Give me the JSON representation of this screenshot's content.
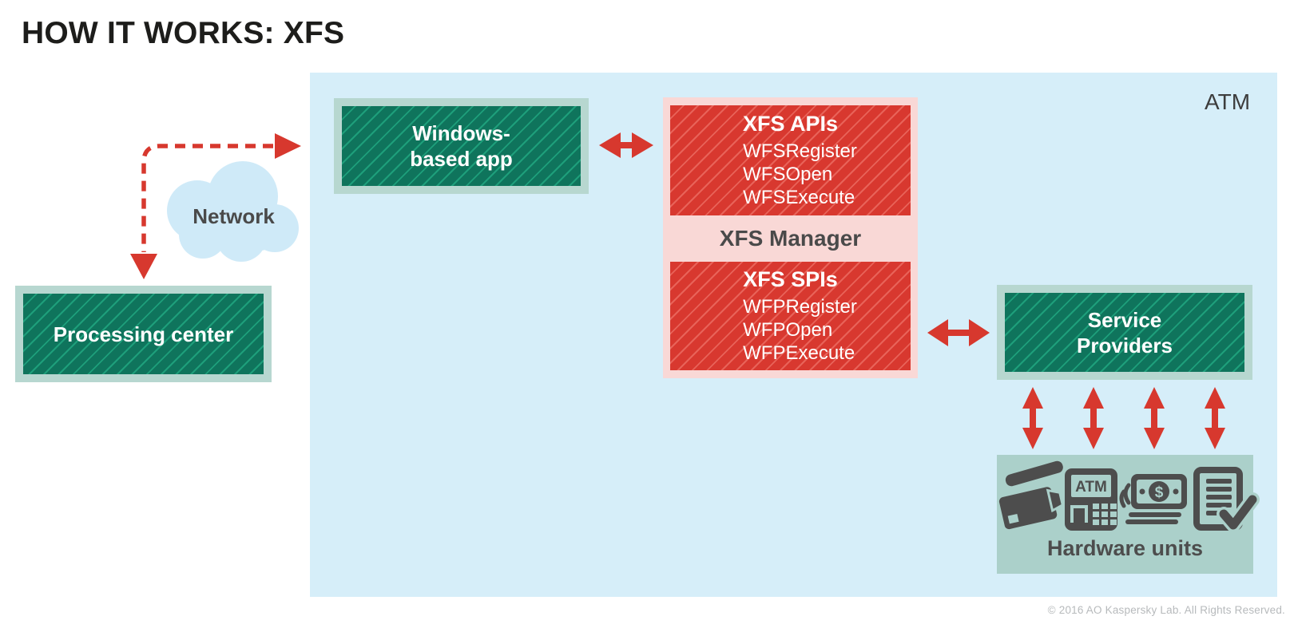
{
  "page": {
    "title": "HOW IT WORKS: XFS"
  },
  "atm_panel": {
    "label": "ATM"
  },
  "boxes": {
    "windows_app": {
      "line1": "Windows-",
      "line2": "based app"
    },
    "processing_center": {
      "label": "Processing center"
    },
    "network": {
      "label": "Network"
    },
    "xfs_apis": {
      "title": "XFS APIs",
      "items": [
        "WFSRegister",
        "WFSOpen",
        "WFSExecute"
      ]
    },
    "xfs_manager": {
      "label": "XFS Manager"
    },
    "xfs_spis": {
      "title": "XFS SPIs",
      "items": [
        "WFPRegister",
        "WFPOpen",
        "WFPExecute"
      ]
    },
    "service_providers": {
      "line1": "Service",
      "line2": "Providers"
    },
    "hardware": {
      "label": "Hardware units",
      "atm_icon_text": "ATM",
      "cash_symbol": "$",
      "icons": [
        "credit-cards-icon",
        "atm-terminal-icon",
        "cash-icon",
        "receipt-check-icon"
      ]
    }
  },
  "footer": {
    "copyright": "© 2016 AO Kaspersky Lab. All Rights Reserved."
  },
  "colors": {
    "accent_red": "#d7382e",
    "box_green": "#0f745c",
    "green_frame": "#b7d7d0",
    "panel_blue": "#d6eef9",
    "cloud_blue": "#cfeaf8",
    "pink_frame": "#f9d8d6",
    "box_red": "#d8382f",
    "hardware_teal": "#abd0ca",
    "icon_gray": "#4d4d4d",
    "text_gray": "#4a4a4a"
  }
}
